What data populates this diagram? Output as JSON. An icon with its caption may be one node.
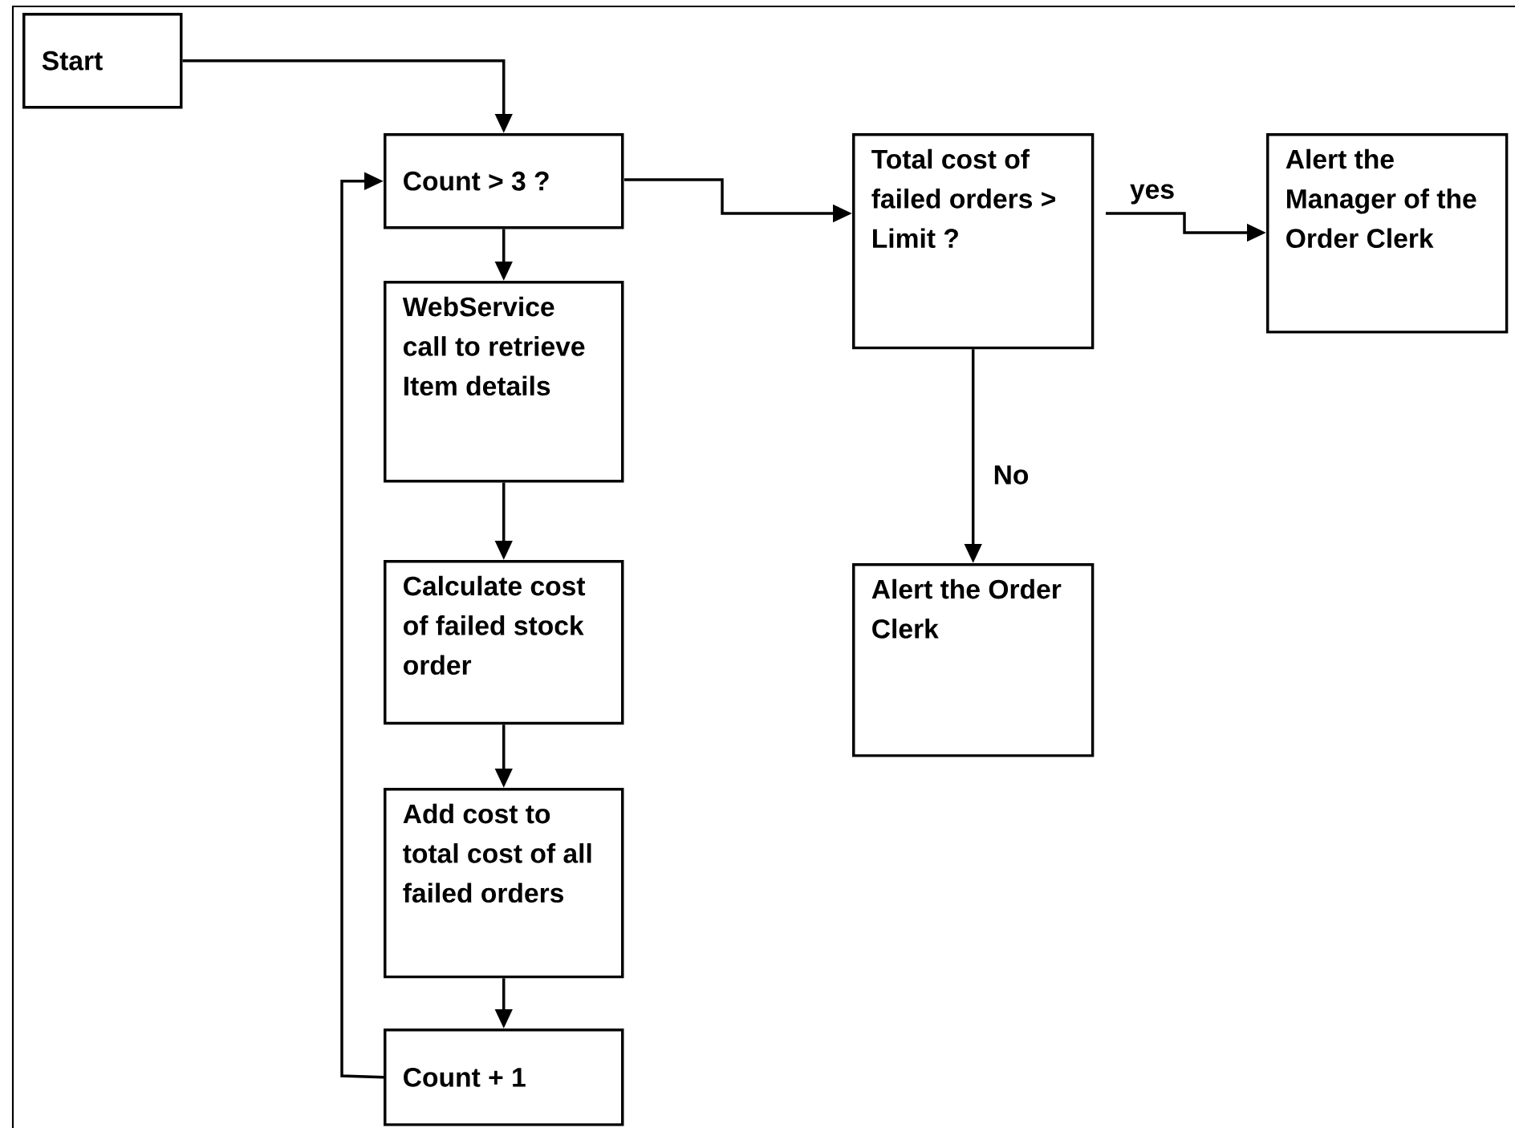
{
  "diagram": {
    "nodes": [
      {
        "text": [
          "Start"
        ]
      },
      {
        "text": [
          "Count > 3 ?"
        ]
      },
      {
        "text": [
          "WebService call to retrieve Item details"
        ]
      },
      {
        "text": [
          "Calculate cost of failed stock order"
        ]
      },
      {
        "text": [
          "Add cost to total cost of all failed orders"
        ]
      },
      {
        "text": [
          "Count + 1"
        ]
      },
      {
        "text": [
          "Total cost of failed orders > Limit ?"
        ]
      },
      {
        "text": [
          "Alert the Manager of the Order Clerk"
        ]
      },
      {
        "text": [
          "Alert the Order Clerk"
        ]
      }
    ],
    "edges": [
      {
        "from": 0,
        "to": 1,
        "arrow": "to"
      },
      {
        "from": 1,
        "to": 2,
        "arrow": "to"
      },
      {
        "from": 2,
        "to": 3,
        "arrow": "to"
      },
      {
        "from": 3,
        "to": 4,
        "arrow": "to"
      },
      {
        "from": 4,
        "to": 5,
        "arrow": "to"
      },
      {
        "from": 5,
        "to": 1,
        "arrow": "to"
      },
      {
        "from": 1,
        "to": 6,
        "arrow": "to"
      },
      {
        "from": 6,
        "to": 7,
        "arrow": "to",
        "label": "yes"
      },
      {
        "from": 6,
        "to": 8,
        "arrow": "to",
        "label": "No"
      }
    ]
  }
}
